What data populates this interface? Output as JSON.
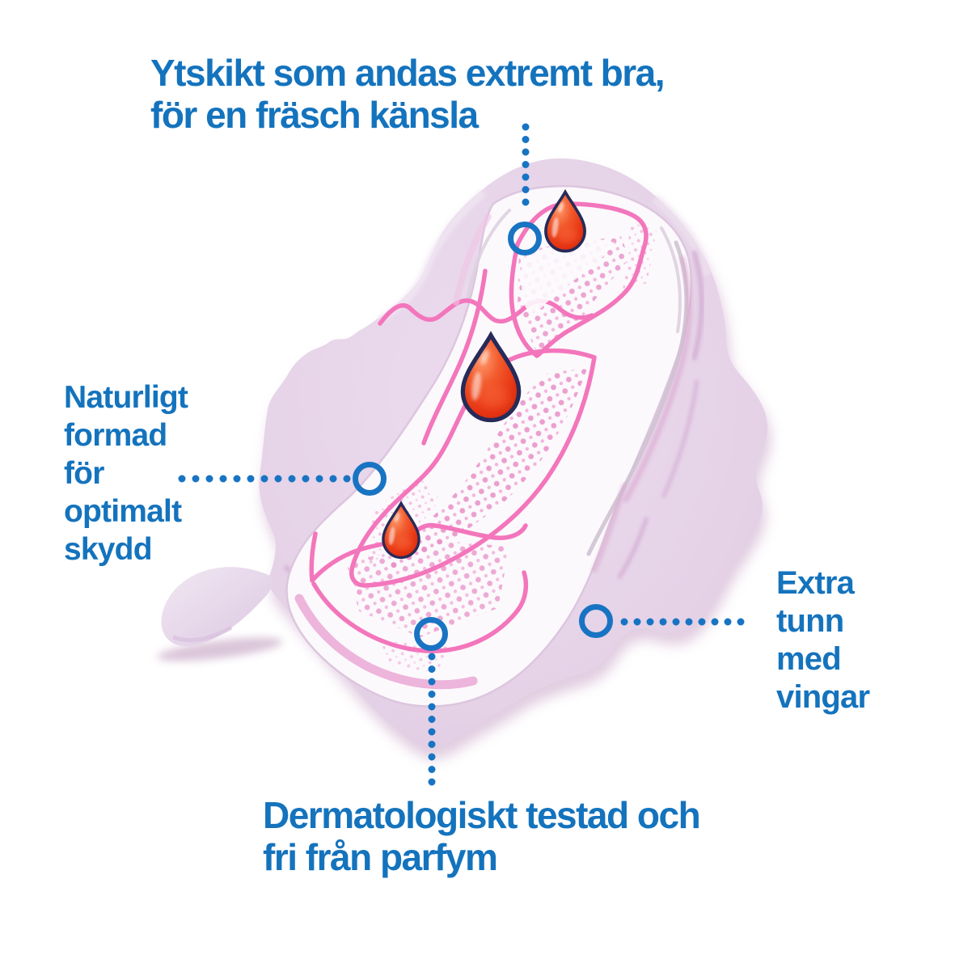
{
  "figure": {
    "kind": "product feature diagram",
    "subject": "sanitary pad (menstrual pad) illustration with blood drops and feature callouts",
    "language": "Swedish"
  },
  "annotations": {
    "top": {
      "lines": [
        "Ytskikt som andas extremt bra,",
        "för en fräsch känsla"
      ]
    },
    "left": {
      "lines": [
        "Naturligt",
        "formad",
        "för",
        "optimalt",
        "skydd"
      ]
    },
    "right": {
      "lines": [
        "Extra",
        "tunn",
        "med",
        "vingar"
      ]
    },
    "bottom": {
      "lines": [
        "Dermatologiskt testad och",
        "fri från parfym"
      ]
    }
  },
  "markers": {
    "count": 4,
    "style": "blue ring connected by round dotted leader line to its text"
  },
  "drops": {
    "count": 3,
    "style": "glossy red teardrops with dark navy outline"
  },
  "colors": {
    "text_blue": "#1473bd",
    "marker_blue": "#1874c3",
    "pad_lavender": "#e5d2e7",
    "pad_core_white": "#fcf9fc",
    "channel_pink": "#f376bc",
    "halftone_pink": "#e88fc6",
    "drop_red": "#e63312",
    "drop_outline": "#272a58",
    "background": "#ffffff"
  }
}
